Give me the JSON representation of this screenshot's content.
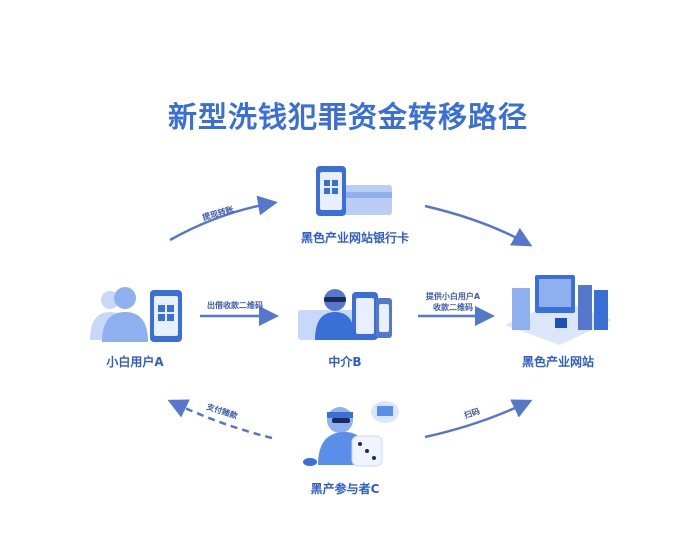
{
  "title": "新型洗钱犯罪资金转移路径",
  "nodes": {
    "bank_card": "黑色产业网站银行卡",
    "user_a": "小白用户A",
    "agent_b": "中介B",
    "website": "黑色产业网站",
    "participant_c": "黑产参与者C"
  },
  "edges": {
    "withdraw": "提现转账",
    "lend_qr": "出借收款二维码",
    "provide_qr_1": "提供小白用户A",
    "provide_qr_2": "收款二维码",
    "pay_gambling": "支付赌款",
    "scan": "扫码"
  },
  "colors": {
    "accent": "#3a6fd8",
    "arrow": "#5577cc",
    "light": "#b9cdf5"
  }
}
